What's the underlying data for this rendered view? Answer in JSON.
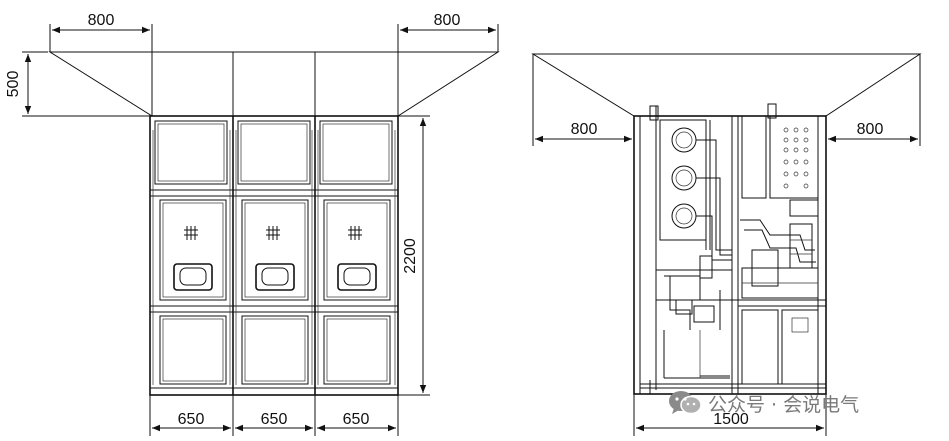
{
  "front_view": {
    "dim_top_left": "800",
    "dim_top_right": "800",
    "dim_left_height": "500",
    "dim_right_height": "2200",
    "dim_bottom": [
      "650",
      "650",
      "650"
    ]
  },
  "side_view": {
    "dim_left": "800",
    "dim_right": "800",
    "dim_bottom": "1500"
  },
  "watermark": {
    "text": "公众号 · 会说电气",
    "icon": "wechat-icon"
  },
  "colors": {
    "line": "#111111",
    "watermark": "#7a7a7a"
  }
}
